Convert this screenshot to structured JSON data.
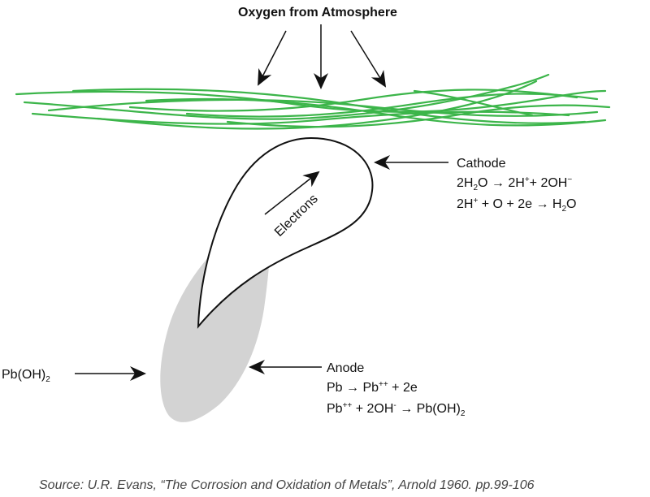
{
  "header": {
    "title": "Oxygen from Atmosphere"
  },
  "cathode": {
    "label": "Cathode",
    "eq1": {
      "a": "2H",
      "a_sub": "2",
      "b": "O → 2H",
      "b_sup": "+",
      "c": "+ 2OH",
      "c_sup": "−"
    },
    "eq2": {
      "a": "2H",
      "a_sup": "+",
      "b": " + O + 2e → H",
      "b_sub": "2",
      "c": "O"
    }
  },
  "electrons": {
    "label": "Electrons"
  },
  "anode": {
    "label": "Anode",
    "eq1": {
      "a": "Pb → Pb",
      "a_sup": "++",
      "b": " + 2e"
    },
    "eq2": {
      "a": "Pb",
      "a_sup": "++",
      "b": " + 2OH",
      "b_sup": "-",
      "c": " → Pb(OH)",
      "c_sub": "2"
    }
  },
  "product": {
    "a": "Pb(OH)",
    "a_sub": "2"
  },
  "source": {
    "text": "Source: U.R. Evans, “The Corrosion and Oxidation of Metals”, Arnold 1960. pp.99-106"
  },
  "colors": {
    "fiber": "#3cb54a",
    "corrosion": "#d3d3d3",
    "ink": "#111111",
    "source": "#444444"
  }
}
